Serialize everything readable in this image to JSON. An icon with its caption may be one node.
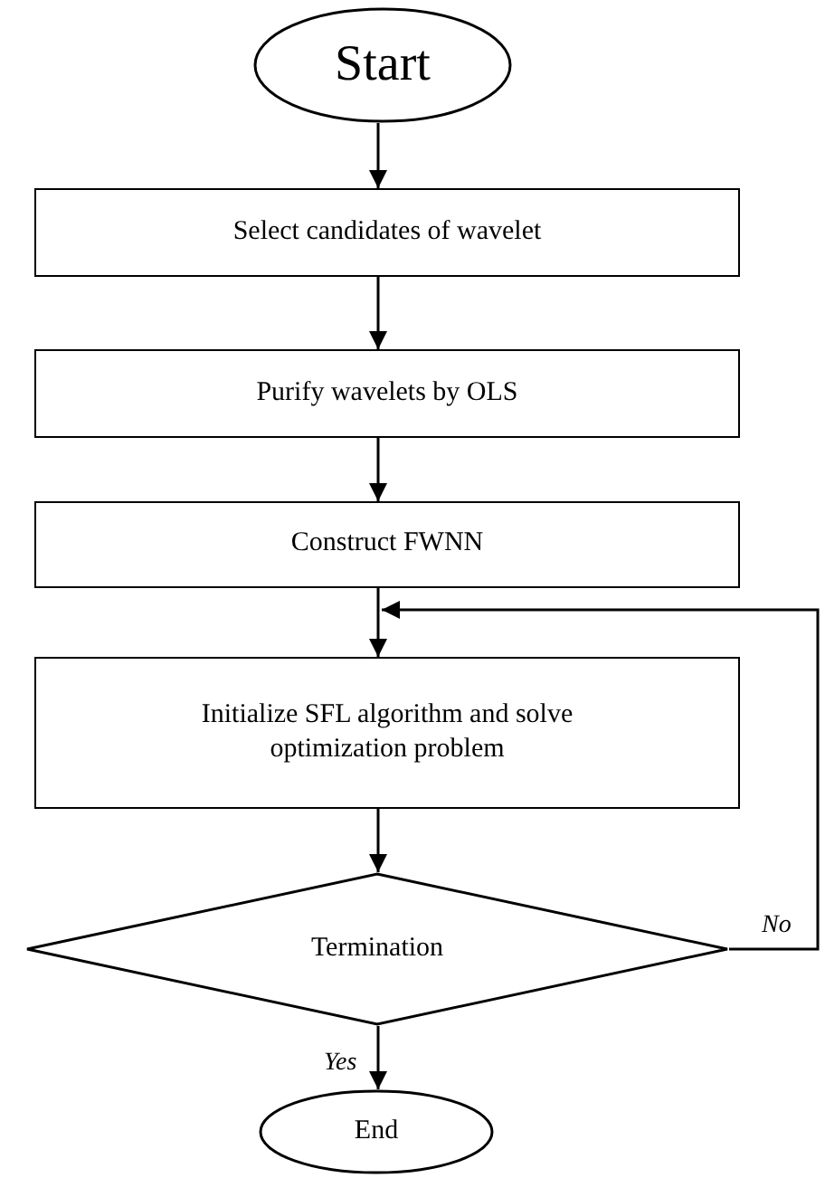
{
  "diagram": {
    "nodes": [
      {
        "text": [
          "Start"
        ]
      },
      {
        "text": [
          "Select candidates of wavelet"
        ]
      },
      {
        "text": [
          "Purify wavelets by OLS"
        ]
      },
      {
        "text": [
          "Construct FWNN"
        ]
      },
      {
        "text": [
          "Initialize SFL algorithm and solve optimization problem"
        ]
      },
      {
        "text": [
          "Termination"
        ]
      },
      {
        "text": [
          "End"
        ]
      }
    ],
    "edges": [
      {
        "from": 0,
        "to": 1,
        "arrow": "to"
      },
      {
        "from": 1,
        "to": 2,
        "arrow": "to"
      },
      {
        "from": 2,
        "to": 3,
        "arrow": "to"
      },
      {
        "from": 3,
        "to": 4,
        "arrow": "to"
      },
      {
        "from": 4,
        "to": 5,
        "arrow": "to"
      },
      {
        "from": 5,
        "to": 6,
        "arrow": "to",
        "label": "Yes"
      },
      {
        "from": 5,
        "to": 4,
        "arrow": "to",
        "label": "No"
      }
    ]
  }
}
